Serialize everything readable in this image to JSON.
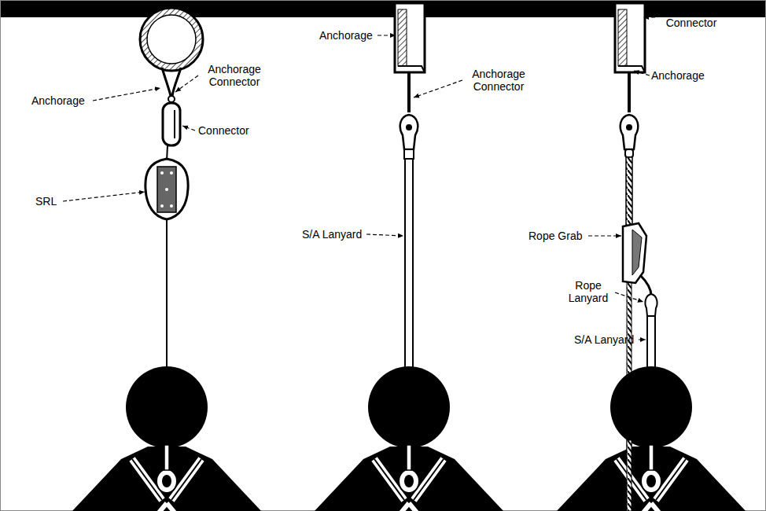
{
  "diagram": {
    "labels": [
      "Anchorage",
      "Anchorage Connector",
      "Connector",
      "SRL",
      "Anchorage",
      "Anchorage Connector",
      "S/A Lanyard",
      "Anchorage Connector",
      "Anchorage",
      "Rope Grab",
      "Rope Lanyard",
      "S/A Lanyard"
    ]
  }
}
